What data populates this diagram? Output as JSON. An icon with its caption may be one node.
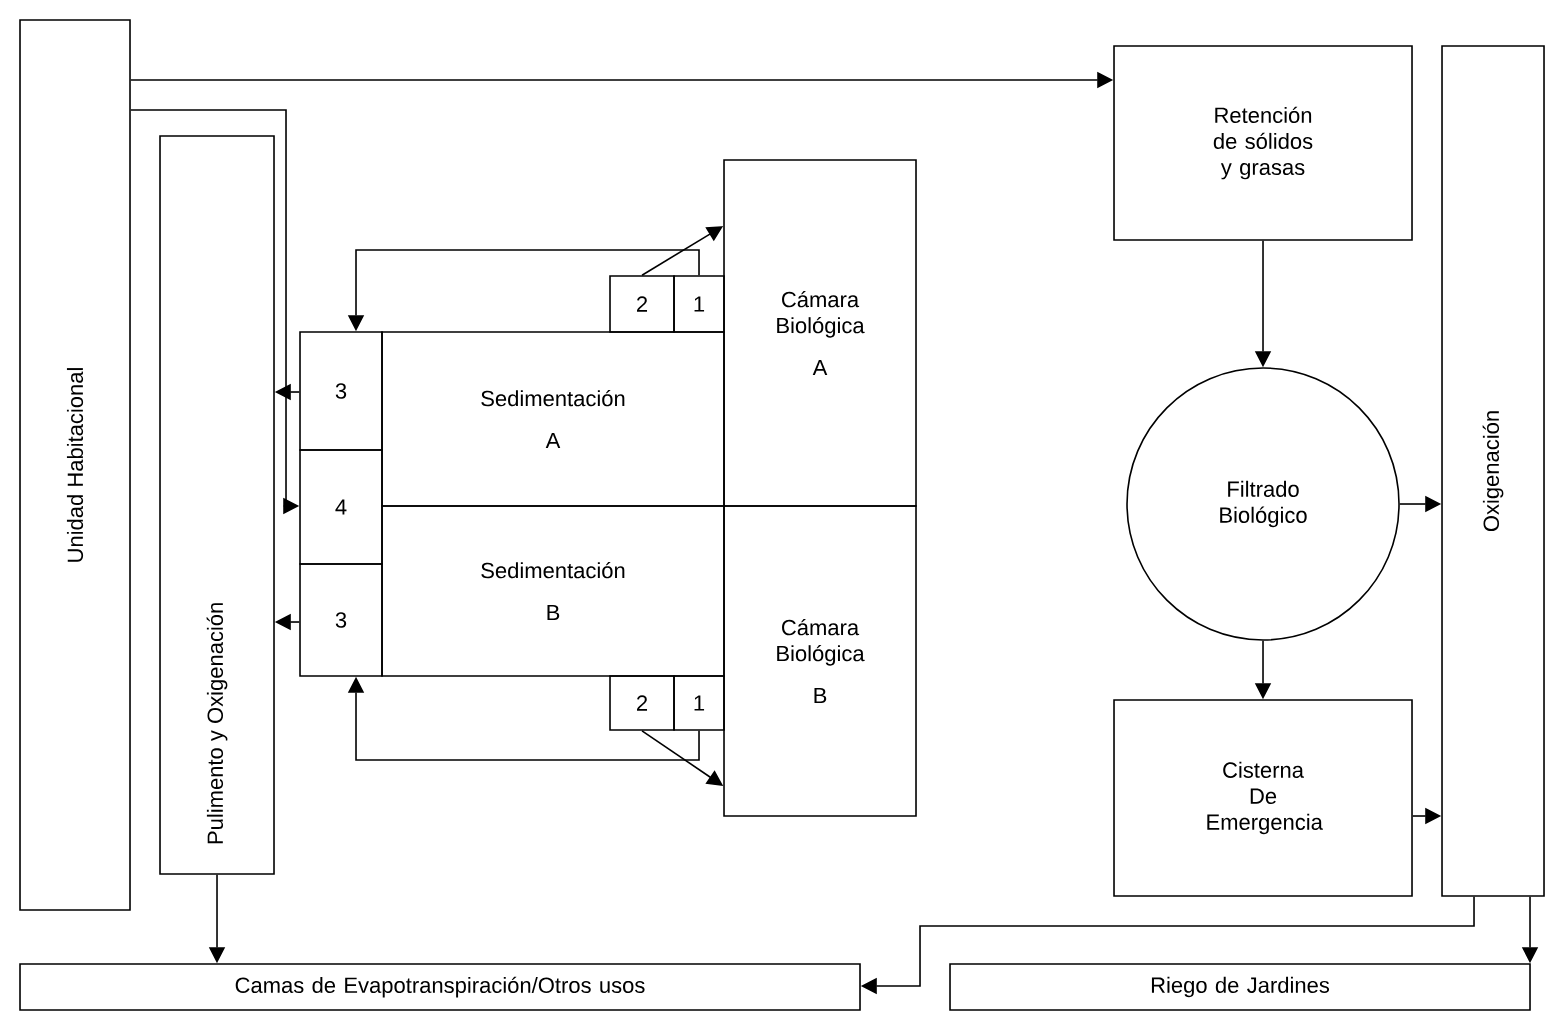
{
  "diagram": {
    "nodes": [
      {
        "text": [
          "Unidad Habitacional"
        ]
      },
      {
        "text": [
          "Pulimento y Oxigenación"
        ]
      },
      {
        "text": [
          "3"
        ]
      },
      {
        "text": [
          "4"
        ]
      },
      {
        "text": [
          "3"
        ]
      },
      {
        "text": [
          "Sedimentación",
          "A"
        ]
      },
      {
        "text": [
          "Sedimentación",
          "B"
        ]
      },
      {
        "text": [
          "2"
        ]
      },
      {
        "text": [
          "1"
        ]
      },
      {
        "text": [
          "Cámara Biológica",
          "A"
        ]
      },
      {
        "text": [
          "2"
        ]
      },
      {
        "text": [
          "1"
        ]
      },
      {
        "text": [
          "Cámara Biológica",
          "B"
        ]
      },
      {
        "text": [
          "Retención de sólidos y grasas"
        ]
      },
      {
        "text": [
          "Filtrado Biológico"
        ]
      },
      {
        "text": [
          "Cisterna De Emergencia"
        ]
      },
      {
        "text": [
          "Oxigenación"
        ]
      },
      {
        "text": [
          "Camas de Evapotranspiración/Otros usos"
        ]
      },
      {
        "text": [
          "Riego de Jardines"
        ]
      }
    ],
    "edges": [
      {
        "from": 0,
        "to": 13,
        "arrow": "to"
      },
      {
        "from": 0,
        "to": 3,
        "arrow": "to"
      },
      {
        "from": 2,
        "to": 1,
        "arrow": "to"
      },
      {
        "from": 4,
        "to": 1,
        "arrow": "to"
      },
      {
        "from": 8,
        "to": 2,
        "arrow": "to"
      },
      {
        "from": 7,
        "to": 9,
        "arrow": "to"
      },
      {
        "from": 11,
        "to": 4,
        "arrow": "to"
      },
      {
        "from": 10,
        "to": 12,
        "arrow": "to"
      },
      {
        "from": 13,
        "to": 14,
        "arrow": "to"
      },
      {
        "from": 14,
        "to": 16,
        "arrow": "to"
      },
      {
        "from": 14,
        "to": 15,
        "arrow": "to"
      },
      {
        "from": 15,
        "to": 16,
        "arrow": "to"
      },
      {
        "from": 1,
        "to": 17,
        "arrow": "to"
      },
      {
        "from": 16,
        "to": 17,
        "arrow": "to"
      },
      {
        "from": 16,
        "to": 18,
        "arrow": "to"
      }
    ]
  }
}
